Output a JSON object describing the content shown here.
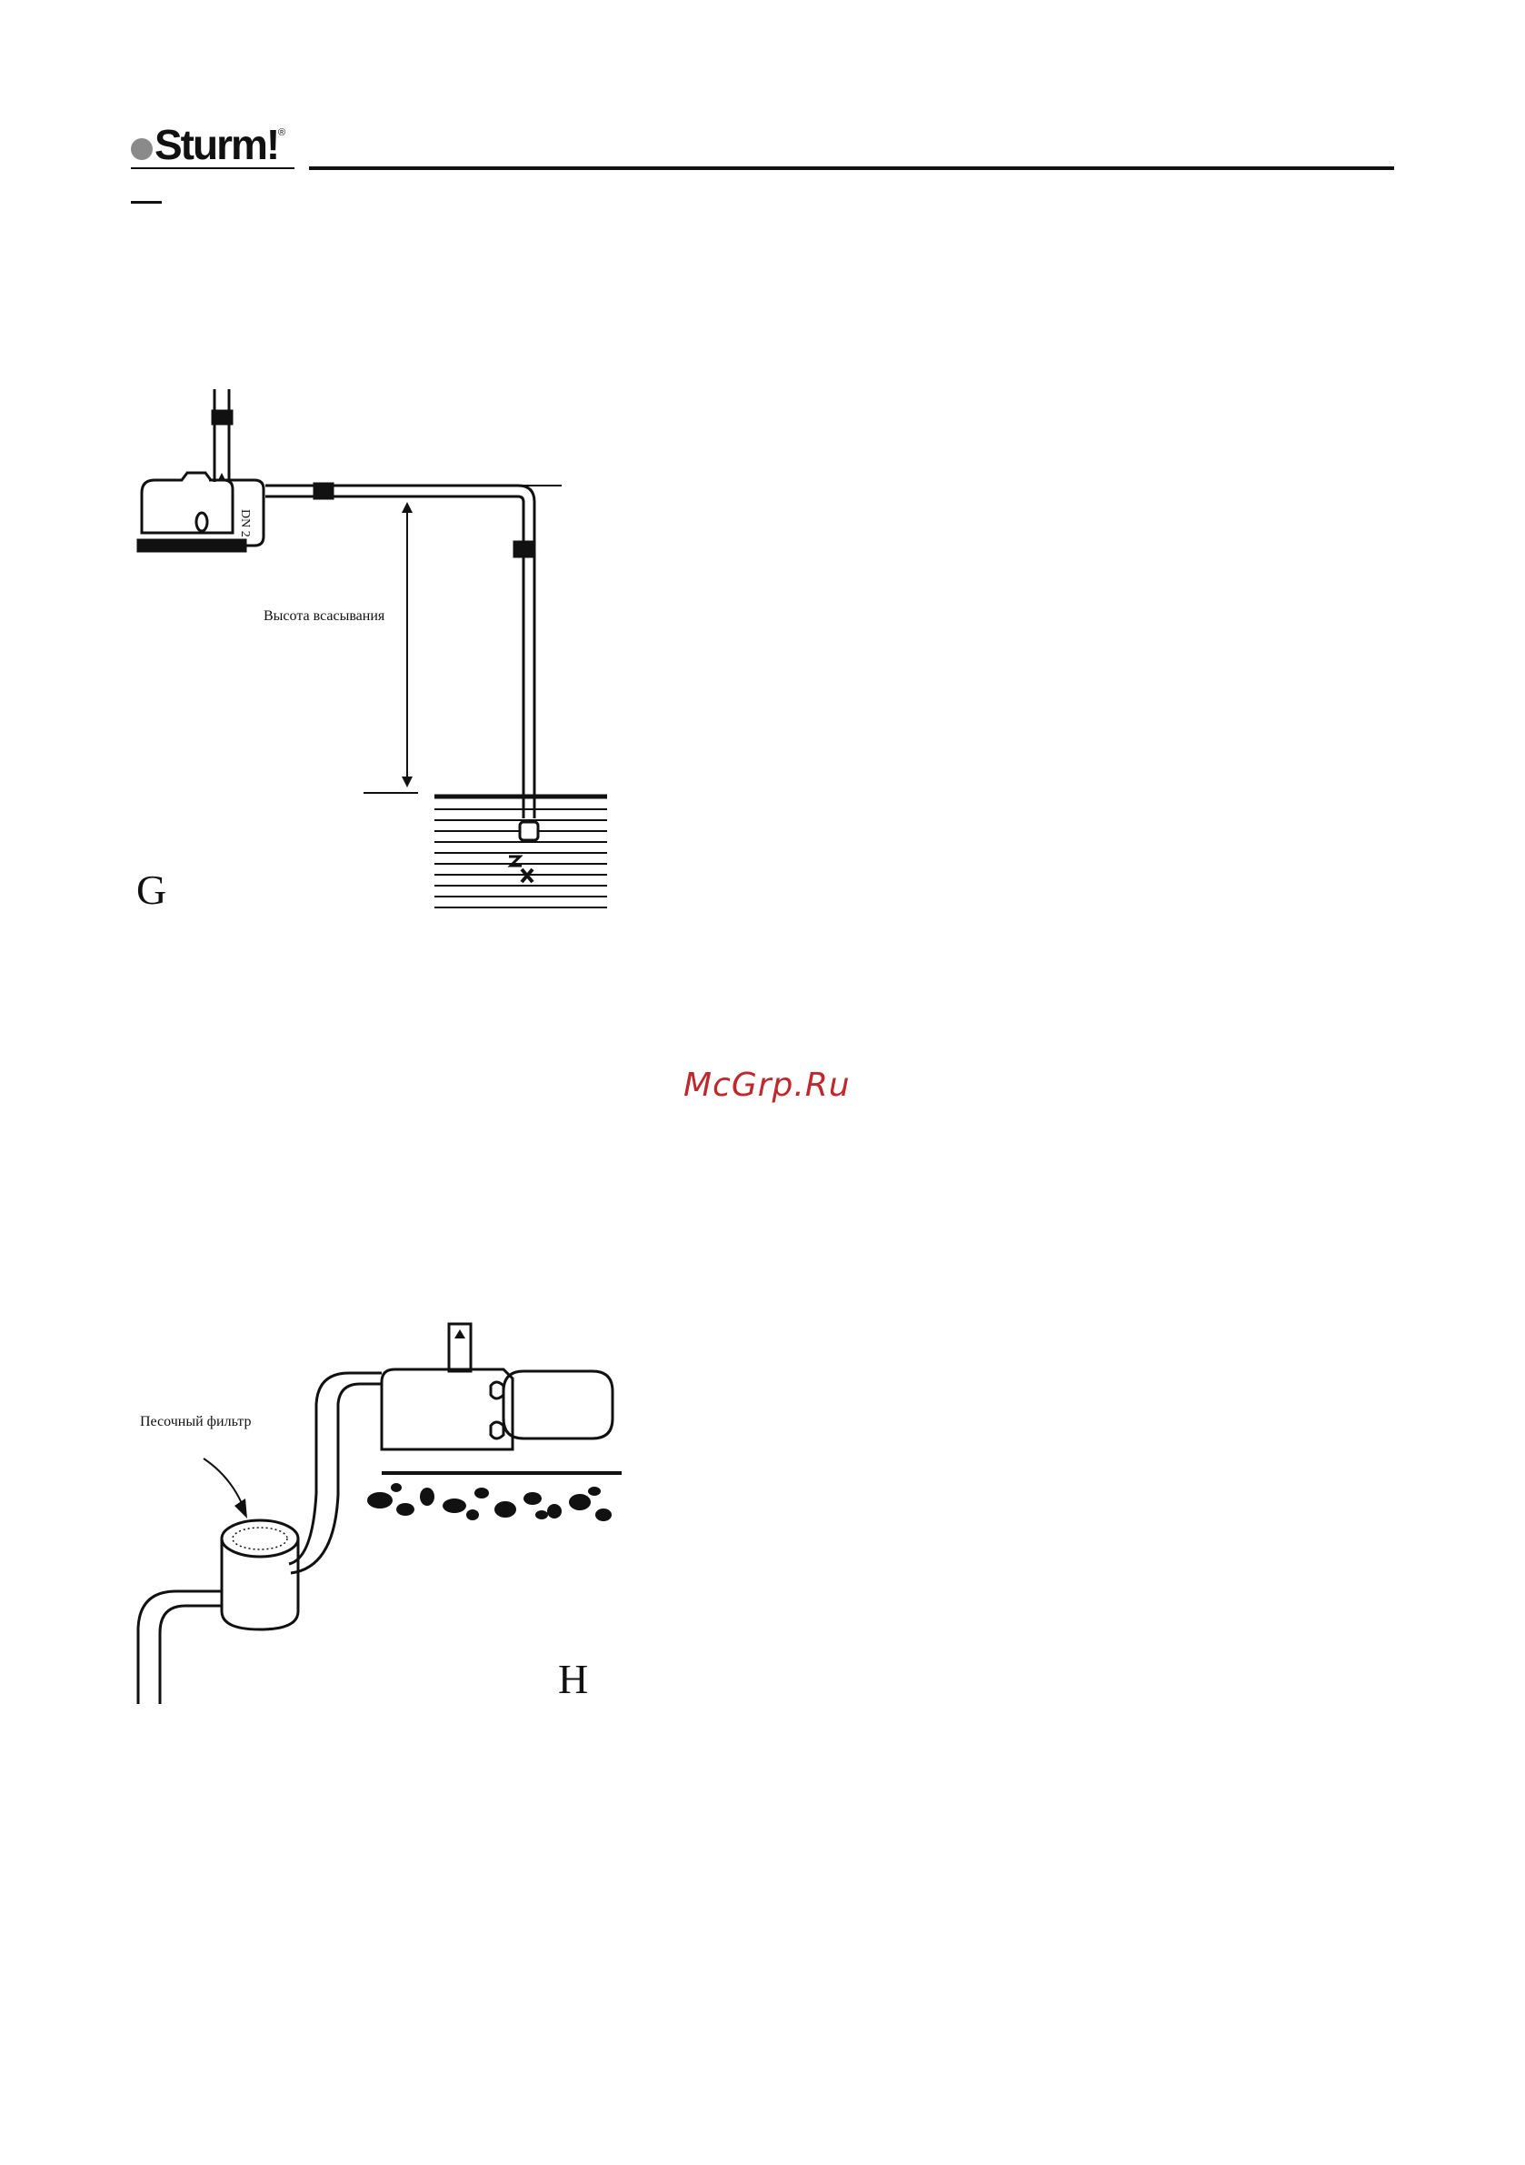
{
  "header": {
    "brand": "Sturm!",
    "registered_mark": "®"
  },
  "figure_g": {
    "label": "G",
    "suction_height_label": "Высота всасывания",
    "pump_marking": "DN 2"
  },
  "watermark": "McGrp.Ru",
  "figure_h": {
    "label": "H",
    "sand_filter_label": "Песочный фильтр"
  }
}
